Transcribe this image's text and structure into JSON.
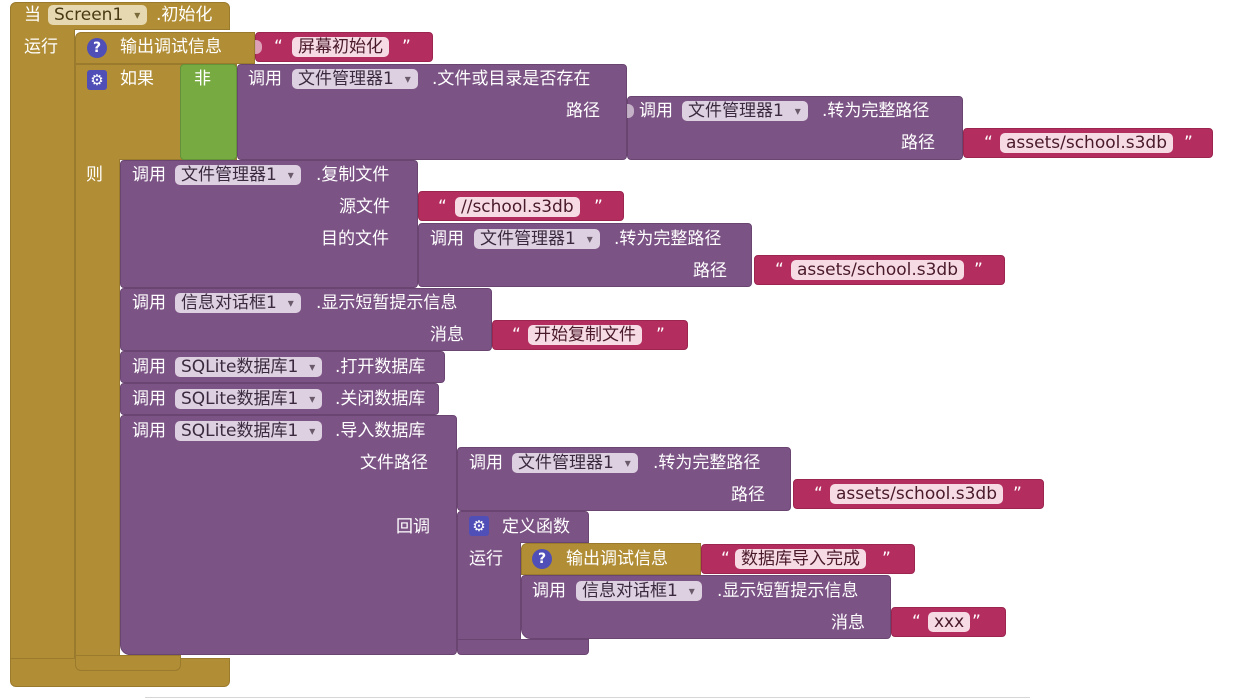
{
  "event": {
    "when": "当",
    "component": "Screen1",
    "event_name": ".初始化",
    "do": "运行"
  },
  "log1": {
    "title": "输出调试信息",
    "message": "屏幕初始化"
  },
  "if_block": {
    "if": "如果",
    "then": "则",
    "not": "非"
  },
  "call": "调用",
  "file_exists": {
    "component": "文件管理器1",
    "method": ".文件或目录是否存在",
    "param": "路径"
  },
  "full_path_method": ".转为完整路径",
  "path_label": "路径",
  "file_component": "文件管理器1",
  "asset_path": "assets/school.s3db",
  "copy_file": {
    "component": "文件管理器1",
    "method": ".复制文件",
    "source_label": "源文件",
    "source_value": "//school.s3db",
    "dest_label": "目的文件"
  },
  "notifier1": {
    "component": "信息对话框1",
    "method": ".显示短暂提示信息",
    "param": "消息",
    "message": "开始复制文件"
  },
  "db_open": {
    "component": "SQLite数据库1",
    "method": ".打开数据库"
  },
  "db_close": {
    "component": "SQLite数据库1",
    "method": ".关闭数据库"
  },
  "db_import": {
    "component": "SQLite数据库1",
    "method": ".导入数据库",
    "path_label": "文件路径",
    "callback_label": "回调"
  },
  "lambda": {
    "title": "定义函数",
    "do": "运行"
  },
  "log2": {
    "title": "输出调试信息",
    "message": "数据库导入完成"
  },
  "notifier2": {
    "component": "信息对话框1",
    "method": ".显示短暂提示信息",
    "param": "消息",
    "message": "xxx"
  },
  "colors": {
    "procedure": "#7c5385",
    "event": "#b18e35",
    "text": "#b32d5e",
    "logic": "#77ab41",
    "help_icon": "#4f4fb7"
  }
}
